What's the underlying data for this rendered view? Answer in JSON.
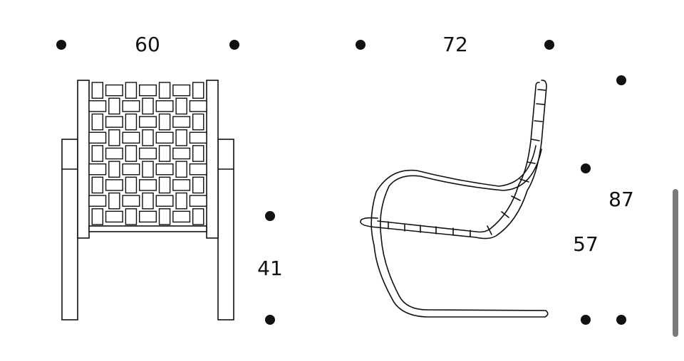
{
  "dimensions": {
    "front_width": "60",
    "side_depth": "72",
    "front_seat_height": "41",
    "side_seat_height": "57",
    "side_total_height": "87"
  },
  "colors": {
    "line": "#111111",
    "background": "#ffffff",
    "scrollbar": "#7a7a7a"
  },
  "icons": {
    "dimension_marker": "dimension-dot-icon"
  }
}
